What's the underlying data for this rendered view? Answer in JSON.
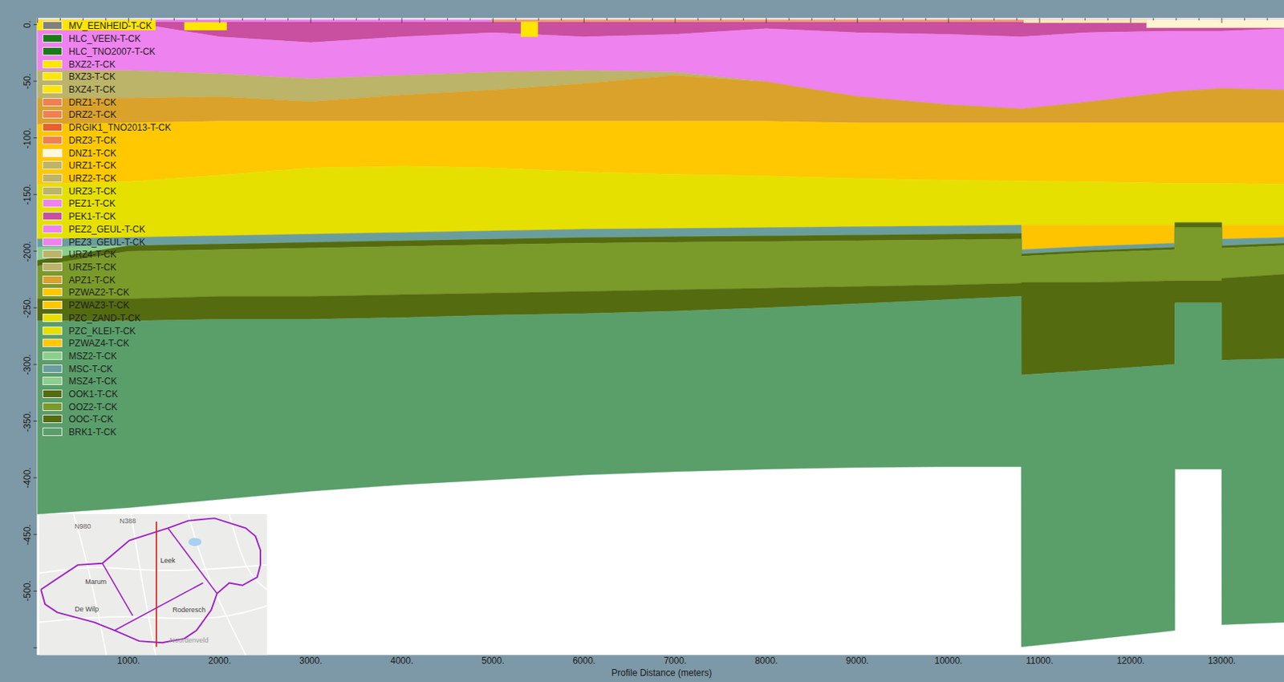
{
  "diagram": {
    "labels": [
      "0.",
      "-50.",
      "-100.",
      "-150.",
      "-200.",
      "-250.",
      "-300.",
      "-350.",
      "-400.",
      "-450.",
      "-500.",
      "1000.",
      "2000.",
      "3000.",
      "4000.",
      "5000.",
      "6000.",
      "7000.",
      "8000.",
      "9000.",
      "10000.",
      "11000.",
      "12000.",
      "13000.",
      "Profile Distance (meters)",
      "N980",
      "N388",
      "Leek",
      "Marum",
      "De Wilp",
      "Roderesch",
      "Noordenveld"
    ],
    "legend": [
      {
        "text": "MV_EENHEID-T-CK",
        "color": "#808080"
      },
      {
        "text": "HLC_VEEN-T-CK",
        "color": "#1a7a1a"
      },
      {
        "text": "HLC_TNO2007-T-CK",
        "color": "#1a7a1a"
      },
      {
        "text": "BXZ2-T-CK",
        "color": "#ffe600"
      },
      {
        "text": "BXZ3-T-CK",
        "color": "#ffe600"
      },
      {
        "text": "BXZ4-T-CK",
        "color": "#ffe600"
      },
      {
        "text": "DRZ1-T-CK",
        "color": "#f08050"
      },
      {
        "text": "DRZ2-T-CK",
        "color": "#f08050"
      },
      {
        "text": "DRGIK1_TNO2013-T-CK",
        "color": "#e8602a"
      },
      {
        "text": "DRZ3-T-CK",
        "color": "#f08050"
      },
      {
        "text": "DNZ1-T-CK",
        "color": "#fff8dc"
      },
      {
        "text": "URZ1-T-CK",
        "color": "#bcb468"
      },
      {
        "text": "URZ2-T-CK",
        "color": "#bcb468"
      },
      {
        "text": "URZ3-T-CK",
        "color": "#bcb468"
      },
      {
        "text": "PEZ1-T-CK",
        "color": "#ee82ee"
      },
      {
        "text": "PEK1-T-CK",
        "color": "#c94fa0"
      },
      {
        "text": "PEZ2_GEUL-T-CK",
        "color": "#ee82ee"
      },
      {
        "text": "PEZ3_GEUL-T-CK",
        "color": "#ee82ee"
      },
      {
        "text": "URZ4-T-CK",
        "color": "#bcb468"
      },
      {
        "text": "URZ5-T-CK",
        "color": "#bcb468"
      },
      {
        "text": "APZ1-T-CK",
        "color": "#daa22a"
      },
      {
        "text": "PZWAZ2-T-CK",
        "color": "#ffc800"
      },
      {
        "text": "PZWAZ3-T-CK",
        "color": "#ffc800"
      },
      {
        "text": "PZC_ZAND-T-CK",
        "color": "#e6e000"
      },
      {
        "text": "PZC_KLEI-T-CK",
        "color": "#e6e000"
      },
      {
        "text": "PZWAZ4-T-CK",
        "color": "#ffc800"
      },
      {
        "text": "MSZ2-T-CK",
        "color": "#8ccf8c"
      },
      {
        "text": "MSC-T-CK",
        "color": "#6a9e9e"
      },
      {
        "text": "MSZ4-T-CK",
        "color": "#8ccf8c"
      },
      {
        "text": "OOK1-T-CK",
        "color": "#556b10"
      },
      {
        "text": "OOZ2-T-CK",
        "color": "#7a9a2a"
      },
      {
        "text": "OOC-T-CK",
        "color": "#556b10"
      },
      {
        "text": "BRK1-T-CK",
        "color": "#5a9e6a"
      }
    ]
  }
}
